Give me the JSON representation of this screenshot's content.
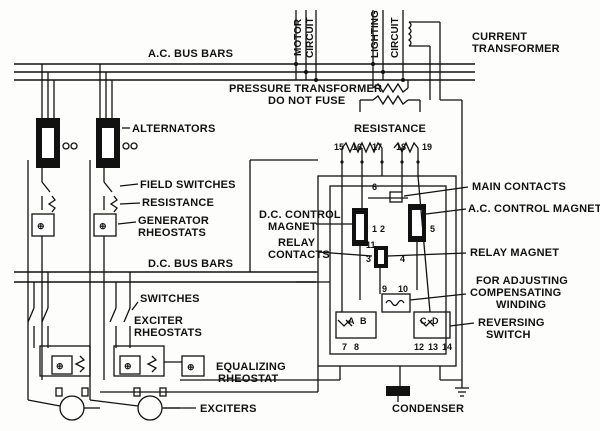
{
  "labels": {
    "ac_bus_bars": "A.C. BUS BARS",
    "motor": "MOTOR",
    "circuit_1": "CIRCUIT",
    "lighting": "LIGHTING",
    "circuit_2": "CIRCUIT",
    "current_transformer_1": "CURRENT",
    "current_transformer_2": "TRANSFORMER",
    "pressure_transformer_1": "PRESSURE TRANSFORMER",
    "pressure_transformer_2": "DO NOT FUSE",
    "alternators": "ALTERNATORS",
    "resistance_top": "RESISTANCE",
    "main_contacts": "MAIN CONTACTS",
    "ac_control_magnet": "A.C. CONTROL MAGNET",
    "field_switches": "FIELD SWITCHES",
    "resistance_left": "RESISTANCE",
    "generator_rheostats_1": "GENERATOR",
    "generator_rheostats_2": "RHEOSTATS",
    "dc_control_magnet_1": "D.C. CONTROL",
    "dc_control_magnet_2": "MAGNET",
    "relay_contacts_1": "RELAY",
    "relay_contacts_2": "CONTACTS",
    "relay_magnet": "RELAY MAGNET",
    "dc_bus_bars": "D.C. BUS BARS",
    "compensating_1": "FOR ADJUSTING",
    "compensating_2": "COMPENSATING",
    "compensating_3": "WINDING",
    "switches": "SWITCHES",
    "exciter_rheostats_1": "EXCITER",
    "exciter_rheostats_2": "RHEOSTATS",
    "reversing_switch_1": "REVERSING",
    "reversing_switch_2": "SWITCH",
    "equalizing_rheostat_1": "EQUALIZING",
    "equalizing_rheostat_2": "RHEOSTAT",
    "exciters": "EXCITERS",
    "condenser": "CONDENSER"
  },
  "terminals": {
    "t15": "15",
    "t16": "16",
    "t17": "17",
    "t18": "18",
    "t19": "19",
    "t1": "1",
    "t2": "2",
    "t3": "3",
    "t4": "4",
    "t5": "5",
    "t6": "6",
    "t7": "7",
    "t8": "8",
    "t9": "9",
    "t10": "10",
    "t11": "11",
    "t12": "12",
    "t13": "13",
    "t14": "14",
    "tA": "A",
    "tB": "B",
    "tC": "C",
    "tD": "D"
  }
}
